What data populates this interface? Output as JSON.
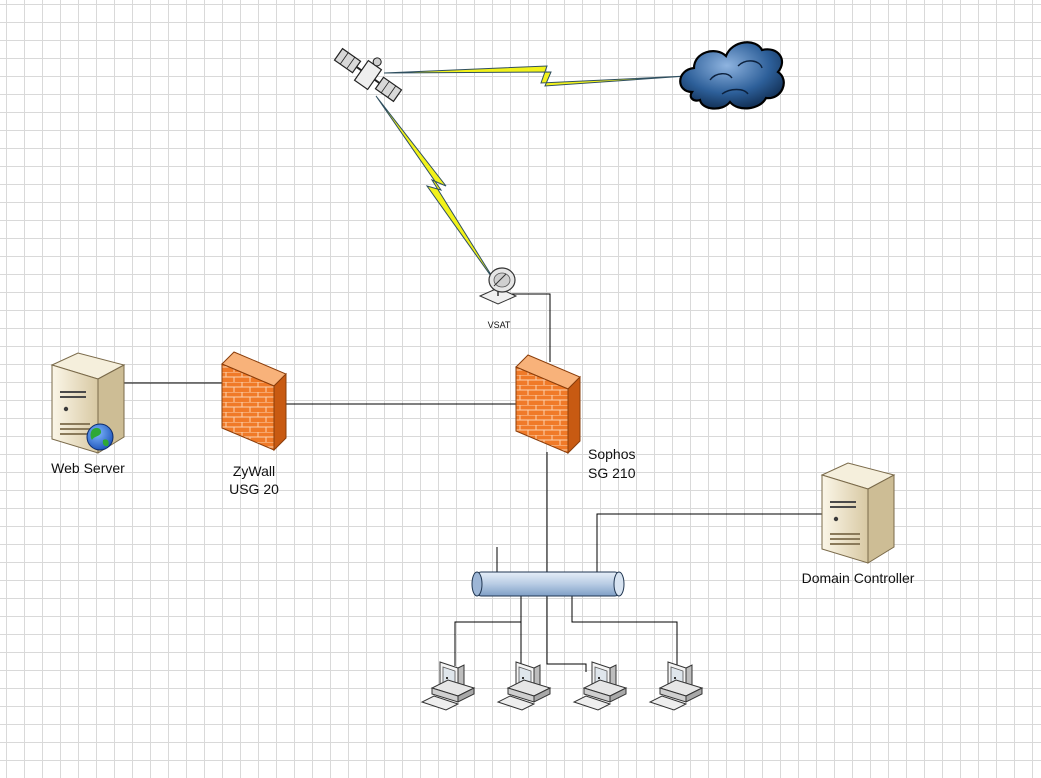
{
  "labels": {
    "vsat": "VSAT",
    "web_server": "Web Server",
    "zywall_line1": "ZyWall",
    "zywall_line2": "USG 20",
    "sophos_line1": "Sophos",
    "sophos_line2": "SG 210",
    "domain_controller": "Domain Controller"
  },
  "colors": {
    "firewall": "#f07a28",
    "lightning": "#f2f21a",
    "cloud": "#1f4e79",
    "server": "#e8dcc0",
    "bus": "#b8cce4",
    "grid": "#d9d9d9"
  },
  "icons": {
    "satellite": "satellite-icon",
    "cloud": "cloud-icon",
    "vsat": "vsat-dish-icon",
    "firewall": "firewall-icon",
    "server": "server-icon",
    "globe": "globe-icon",
    "bus": "ethernet-bus-icon",
    "workstation": "workstation-icon"
  }
}
